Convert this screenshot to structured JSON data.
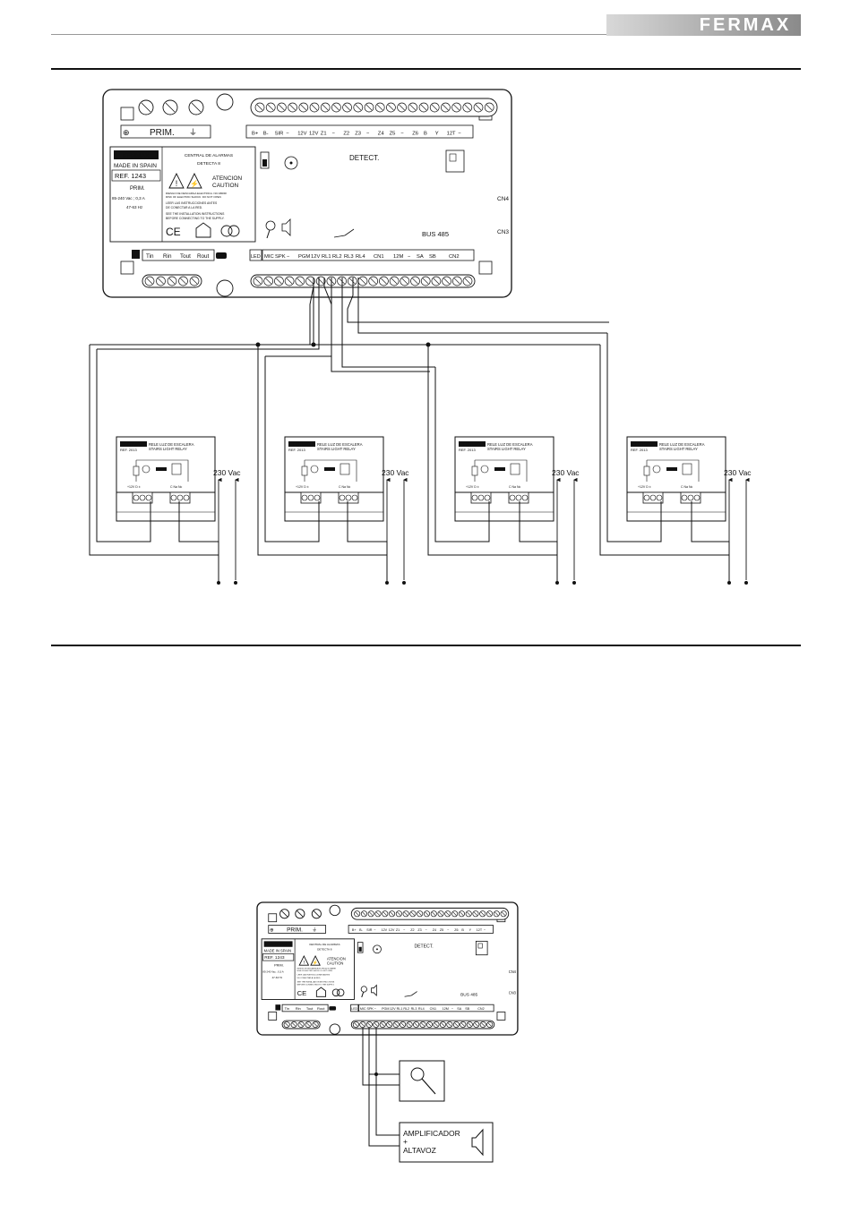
{
  "header": {
    "brand": "FERMAX"
  },
  "central": {
    "brand": "FERMAX",
    "made_in": "MADE IN SPAIN",
    "ref": "REF. 1243",
    "prim_label": "PRIM.",
    "prim_small": "PRIM.",
    "voltage": "85-240 Vac ; 0,3 A",
    "freq": "47-63 Hz",
    "title_line1": "CENTRAL DE ALARMAS",
    "title_line2": "DETECTA 8",
    "atencion": "ATENCION",
    "caution": "CAUTION",
    "warn1": "RIESGO DE DESCARGA ELECTRICA. NO ABRIR",
    "warn2": "RISK OF ELECTRIC SHOCK. DO NOT OPEN",
    "warn3": "LEER LAS INSTRUCCIONES ANTES",
    "warn4": "DE CONECTAR A LA RED.",
    "warn5": "SEE THE INSTALLATION INSTRUCTIONS",
    "warn6": "BEFORE CONNECTING TO THE SUPPLY.",
    "ce": "CE",
    "detect": "DETECT.",
    "bus": "BUS 485",
    "cn4": "CN4",
    "cn3": "CN3",
    "top_terms": [
      "B+",
      "B-",
      "SIR",
      "−",
      "12V",
      "12V",
      "Z1",
      "−",
      "Z2",
      "Z3",
      "−",
      "Z4",
      "Z5",
      "−",
      "Z6",
      "B",
      "Y",
      "12T",
      "−"
    ],
    "bottom_left": [
      "Tin",
      "Rin",
      "Tout",
      "Rout"
    ],
    "led": "LED",
    "bottom_terms": [
      "MIC",
      "SPK",
      "−",
      "PGM",
      "12V",
      "RL1",
      "RL2",
      "RL3",
      "RL4",
      "CN1",
      "12M",
      "−",
      "SA",
      "SB",
      "CN2"
    ]
  },
  "relay": {
    "brand": "FERMAX",
    "name1": "RELE LUZ DE ESCALERA",
    "name2": "STAIRS LIGHT RELAY",
    "ref": "REF. 2013",
    "voltage": "230 Vac",
    "terms_left": "+12V  D  ±",
    "terms_right": "C  Na  Nc"
  },
  "devices": {
    "amp_line1": "AMPLIFICADOR",
    "amp_line2": "+",
    "amp_line3": "ALTAVOZ"
  }
}
